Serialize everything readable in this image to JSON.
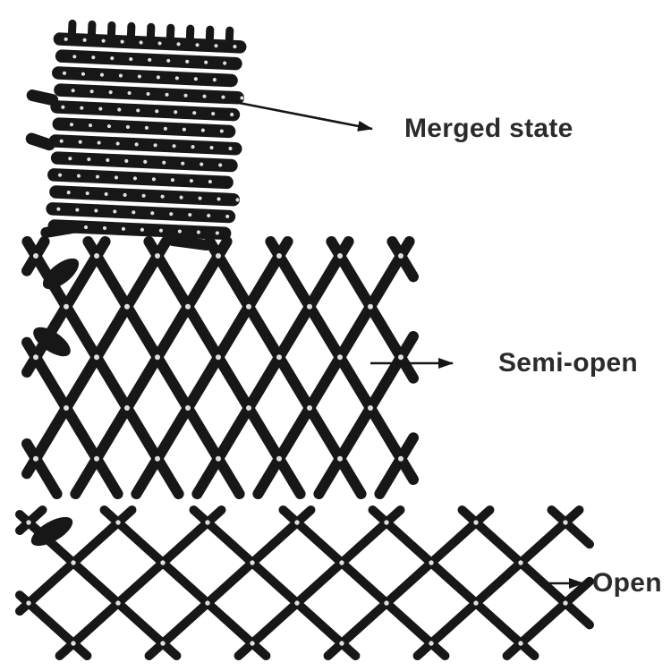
{
  "figure": {
    "background": "#ffffff",
    "gate_color": "#171717",
    "rivet_color": "#e0e0e0",
    "arrow_color": "#151515",
    "label_color": "#2b2b2b",
    "states": [
      {
        "id": "merged",
        "label": "Merged state"
      },
      {
        "id": "semi_open",
        "label": "Semi-open"
      },
      {
        "id": "open",
        "label": "Open"
      }
    ]
  }
}
